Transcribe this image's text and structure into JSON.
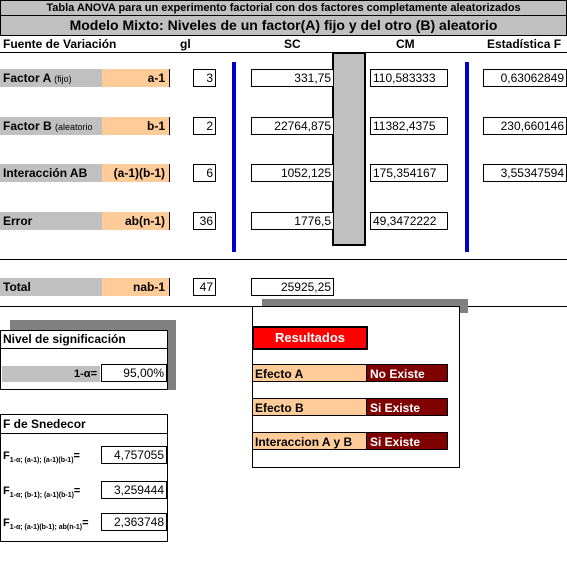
{
  "header": {
    "title": "Tabla ANOVA para un experimento factorial con dos factores completamente aleatorizados",
    "subtitle": "Modelo  Mixto: Niveles de un factor(A)  fijo y del otro (B) aleatorio"
  },
  "columns": {
    "fuente": "Fuente de Variación",
    "gl": "gl",
    "sc": "SC",
    "cm": "CM",
    "f": "Estadística F"
  },
  "rows": [
    {
      "label": "Factor A",
      "note": "(fijo)",
      "formula": "a-1",
      "gl": "3",
      "sc": "331,75",
      "cm": "110,583333",
      "f": "0,63062849"
    },
    {
      "label": "Factor B",
      "note": "(aleatorio",
      "formula": "b-1",
      "gl": "2",
      "sc": "22764,875",
      "cm": "11382,4375",
      "f": "230,660146"
    },
    {
      "label": "Interacción AB",
      "note": "",
      "formula": "(a-1)(b-1)",
      "gl": "6",
      "sc": "1052,125",
      "cm": "175,354167",
      "f": "3,55347594"
    },
    {
      "label": "Error",
      "note": "",
      "formula": "ab(n-1)",
      "gl": "36",
      "sc": "1776,5",
      "cm": "49,3472222",
      "f": ""
    }
  ],
  "total": {
    "label": "Total",
    "formula": "nab-1",
    "gl": "47",
    "sc": "25925,25"
  },
  "significance": {
    "title": "Nivel de significación",
    "label": "1-α=",
    "value": "95,00%"
  },
  "snedecor": {
    "title": "F de Snedecor",
    "rows": [
      {
        "prefix": "F",
        "sub": "1-α; (a-1); (a-1)(b-1)",
        "suffix": "=",
        "value": "4,757055"
      },
      {
        "prefix": "F",
        "sub": "1-α; (b-1); (a-1)(b-1)",
        "suffix": "=",
        "value": "3,259444"
      },
      {
        "prefix": "F",
        "sub": "1-α; (a-1)(b-1); ab(n-1)",
        "suffix": "=",
        "value": "2,363748"
      }
    ]
  },
  "results": {
    "button": "Resultados",
    "items": [
      {
        "label": "Efecto A",
        "value": "No Existe"
      },
      {
        "label": "Efecto B",
        "value": "Si Existe"
      },
      {
        "label": "Interaccion A y B",
        "value": "Si Existe"
      }
    ]
  }
}
